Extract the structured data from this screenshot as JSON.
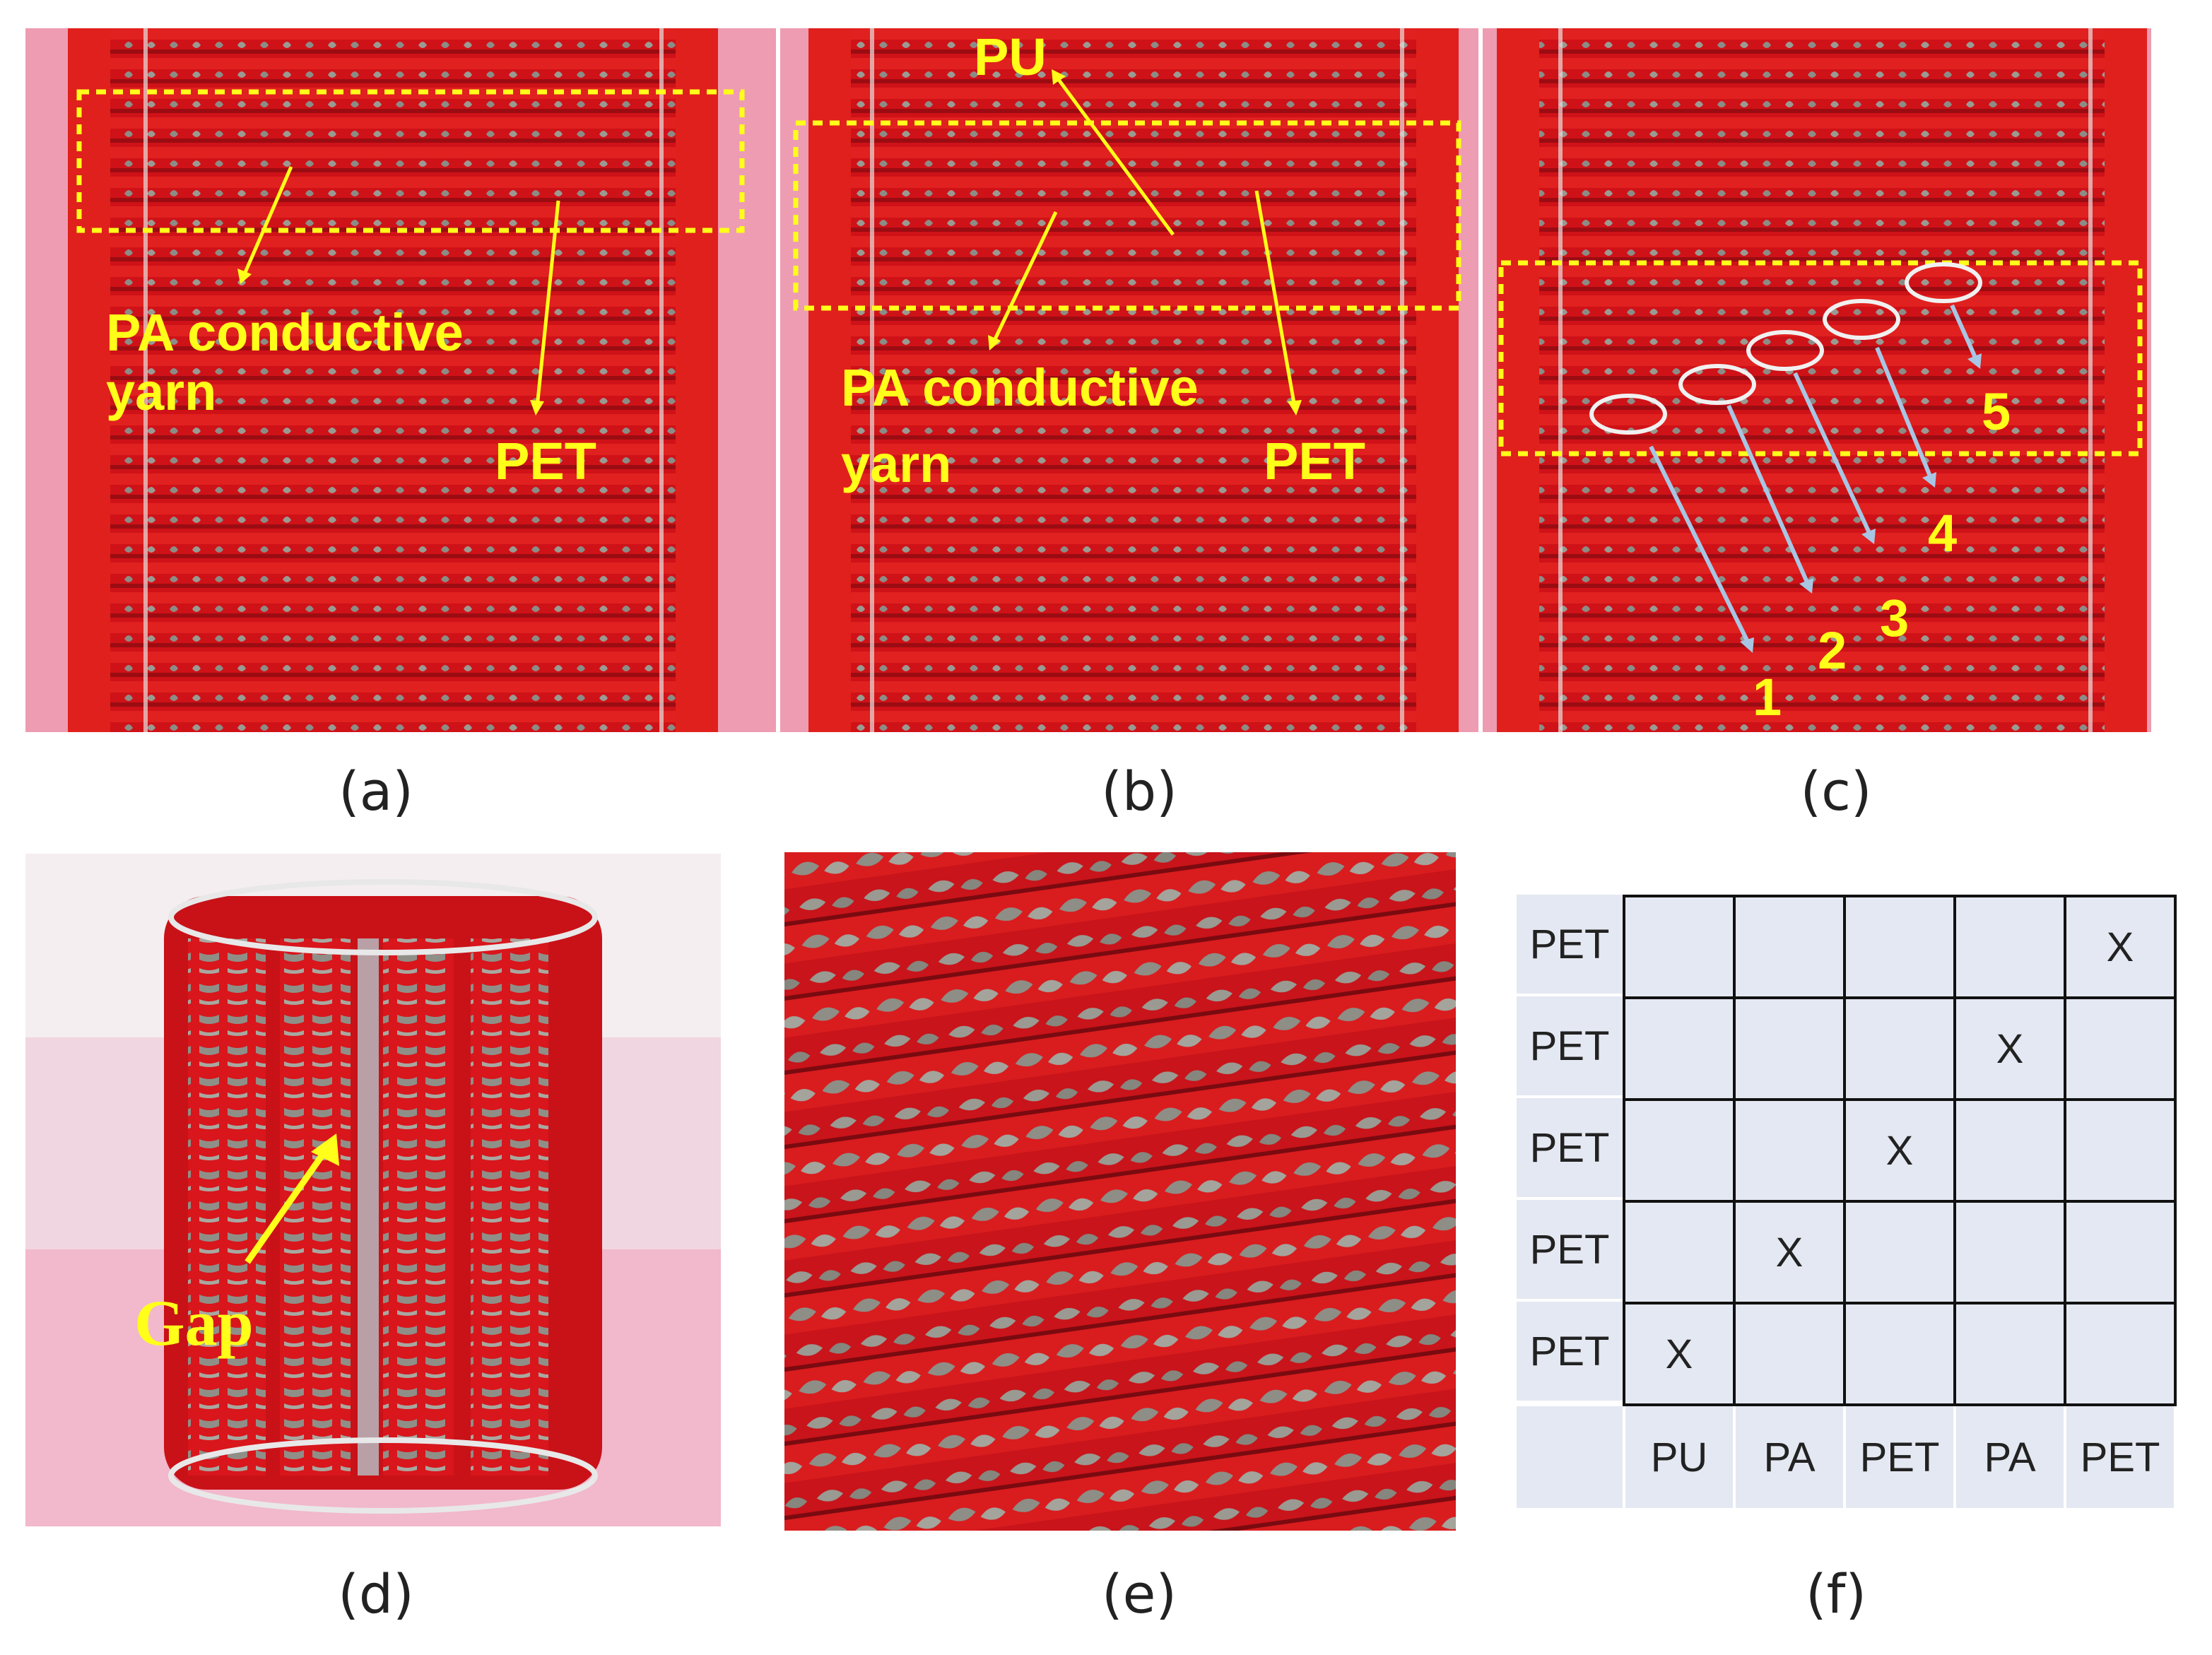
{
  "panels": {
    "a": {
      "caption": "(a)",
      "labels": {
        "pa": "PA conductive",
        "yarn": "yarn",
        "pet": "PET"
      }
    },
    "b": {
      "caption": "(b)",
      "labels": {
        "pu": "PU",
        "pa": "PA conductive",
        "yarn": "yarn",
        "pet": "PET"
      }
    },
    "c": {
      "caption": "(c)",
      "numbers": [
        "1",
        "2",
        "3",
        "4",
        "5"
      ]
    },
    "d": {
      "caption": "(d)",
      "labels": {
        "gap": "Gap"
      }
    },
    "e": {
      "caption": "(e)"
    },
    "f": {
      "caption": "(f)",
      "row_labels": [
        "PET",
        "PET",
        "PET",
        "PET",
        "PET"
      ],
      "col_labels": [
        "PU",
        "PA",
        "PET",
        "PA",
        "PET"
      ],
      "marks": [
        [
          0,
          4
        ],
        [
          1,
          3
        ],
        [
          2,
          2
        ],
        [
          3,
          1
        ],
        [
          4,
          0
        ]
      ],
      "mark_symbol": "X"
    }
  },
  "colors": {
    "fabric_red": "#d8141a",
    "yarn_grey": "#8a8a82",
    "background_pink": "#ec9cb0",
    "annotation_yellow": "#ffff1a",
    "circle_white": "#f0f0f0",
    "arrow_blue": "#a8c6e4",
    "table_fill": "#e4e8f2"
  }
}
